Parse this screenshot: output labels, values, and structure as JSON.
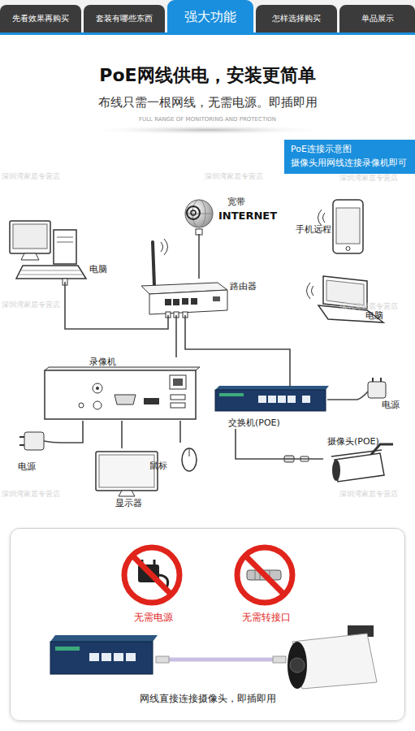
{
  "diagram": {
    "title": "PoE网线供电，安装更简单",
    "nodes": [
      {
        "text": [
          "先看效果再购买"
        ]
      },
      {
        "text": [
          "套装有哪些东西"
        ]
      },
      {
        "text": [
          "强大功能"
        ]
      },
      {
        "text": [
          "怎样选择购买"
        ]
      },
      {
        "text": [
          "单品展示"
        ]
      },
      {
        "text": [
          "PoE连接示意图",
          "摄像头用网线连接录像机即可"
        ]
      },
      {
        "text": [
          "宽带",
          "INTERNET"
        ]
      },
      {
        "text": [
          "电脑"
        ]
      },
      {
        "text": [
          "手机远程"
        ]
      },
      {
        "text": [
          "路由器"
        ]
      },
      {
        "text": [
          "电脑"
        ]
      },
      {
        "text": [
          "录像机"
        ]
      },
      {
        "text": [
          "交换机(POE)"
        ]
      },
      {
        "text": [
          "电源"
        ]
      },
      {
        "text": [
          "摄像头(POE)"
        ]
      },
      {
        "text": [
          "电源"
        ]
      },
      {
        "text": [
          "显示器"
        ]
      },
      {
        "text": [
          "鼠标"
        ]
      },
      {
        "text": [
          "网线直接连接摄像头，即插即用"
        ]
      },
      {
        "text": [
          "无需电源"
        ],
        "in": 18
      },
      {
        "text": [
          "无需转接口"
        ],
        "in": 18
      }
    ],
    "edges": [
      {
        "from": 6,
        "to": 9,
        "arrow": "none"
      },
      {
        "from": 7,
        "to": 9,
        "arrow": "none"
      },
      {
        "from": 9,
        "to": 11,
        "arrow": "none"
      },
      {
        "from": 9,
        "to": 12,
        "arrow": "none"
      },
      {
        "from": 13,
        "to": 12,
        "arrow": "none"
      },
      {
        "from": 12,
        "to": 14,
        "arrow": "none"
      },
      {
        "from": 15,
        "to": 11,
        "arrow": "none"
      },
      {
        "from": 11,
        "to": 16,
        "arrow": "none"
      },
      {
        "from": 11,
        "to": 17,
        "arrow": "none"
      }
    ],
    "labels": [
      "布线只需一根网线，无需电源。即插即用",
      "FULL RANGE OF MONITORING AND PROTECTION",
      "深圳湾家居专营店",
      "深圳湾家居专营店",
      "深圳湾家居专营店",
      "深圳湾家居专营店",
      "深圳湾家居专营店",
      "深圳湾家居专营店",
      "深圳湾家居专营店"
    ]
  }
}
